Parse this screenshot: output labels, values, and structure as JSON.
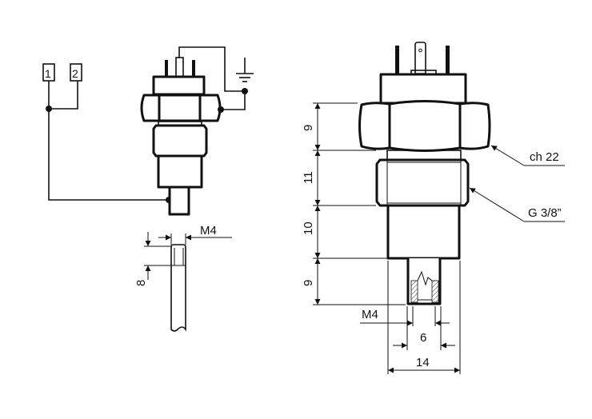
{
  "terminals": {
    "t1": "1",
    "t2": "2"
  },
  "probe_detail": {
    "thread_label": "M4",
    "depth_label": "8"
  },
  "dimensions": {
    "nut_height": "9",
    "thread_height": "11",
    "body_height": "10",
    "probe_height": "9",
    "probe_thread": "M4",
    "probe_diameter": "6",
    "body_diameter": "14"
  },
  "callouts": {
    "hex": "ch 22",
    "thread": "G 3/8”"
  },
  "colors": {
    "line": "#111111",
    "background": "#ffffff"
  }
}
